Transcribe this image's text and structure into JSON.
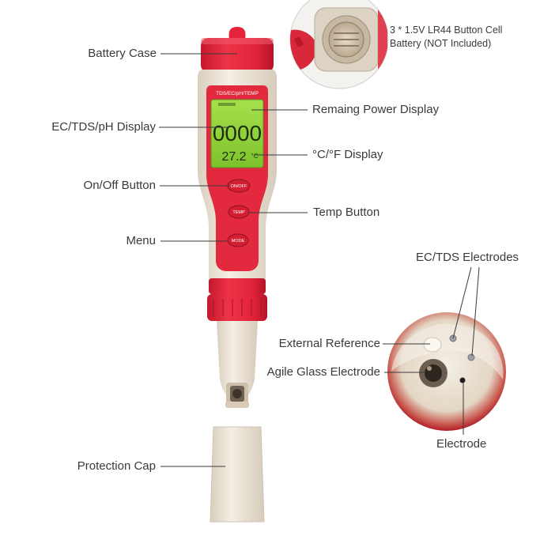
{
  "labels": {
    "battery_case": "Battery Case",
    "display": "EC/TDS/pH Display",
    "onoff_button": "On/Off Button",
    "menu": "Menu",
    "protection_cap": "Protection Cap",
    "remaining_power": "Remaing Power Display",
    "temp_unit_display": "°C/°F Display",
    "temp_button": "Temp Button",
    "ec_tds_electrodes": "EC/TDS Electrodes",
    "external_reference": "External Reference",
    "agile_glass_electrode": "Agile Glass Electrode",
    "electrode": "Electrode"
  },
  "battery_note": {
    "line1": "3 * 1.5V LR44 Button Cell",
    "line2": "Battery (NOT Included)"
  },
  "device": {
    "header_text": "TDS/EC/pH/TEMP",
    "lcd_main": "0000",
    "lcd_temp": "27.2",
    "lcd_temp_unit": "°C",
    "btn_onoff": "ON/OFF",
    "btn_temp": "TEMP",
    "btn_mode": "MODE"
  },
  "colors": {
    "body_red": "#e3243a",
    "body_cream": "#f1e9dc",
    "lcd_green": "#8fd23a"
  }
}
